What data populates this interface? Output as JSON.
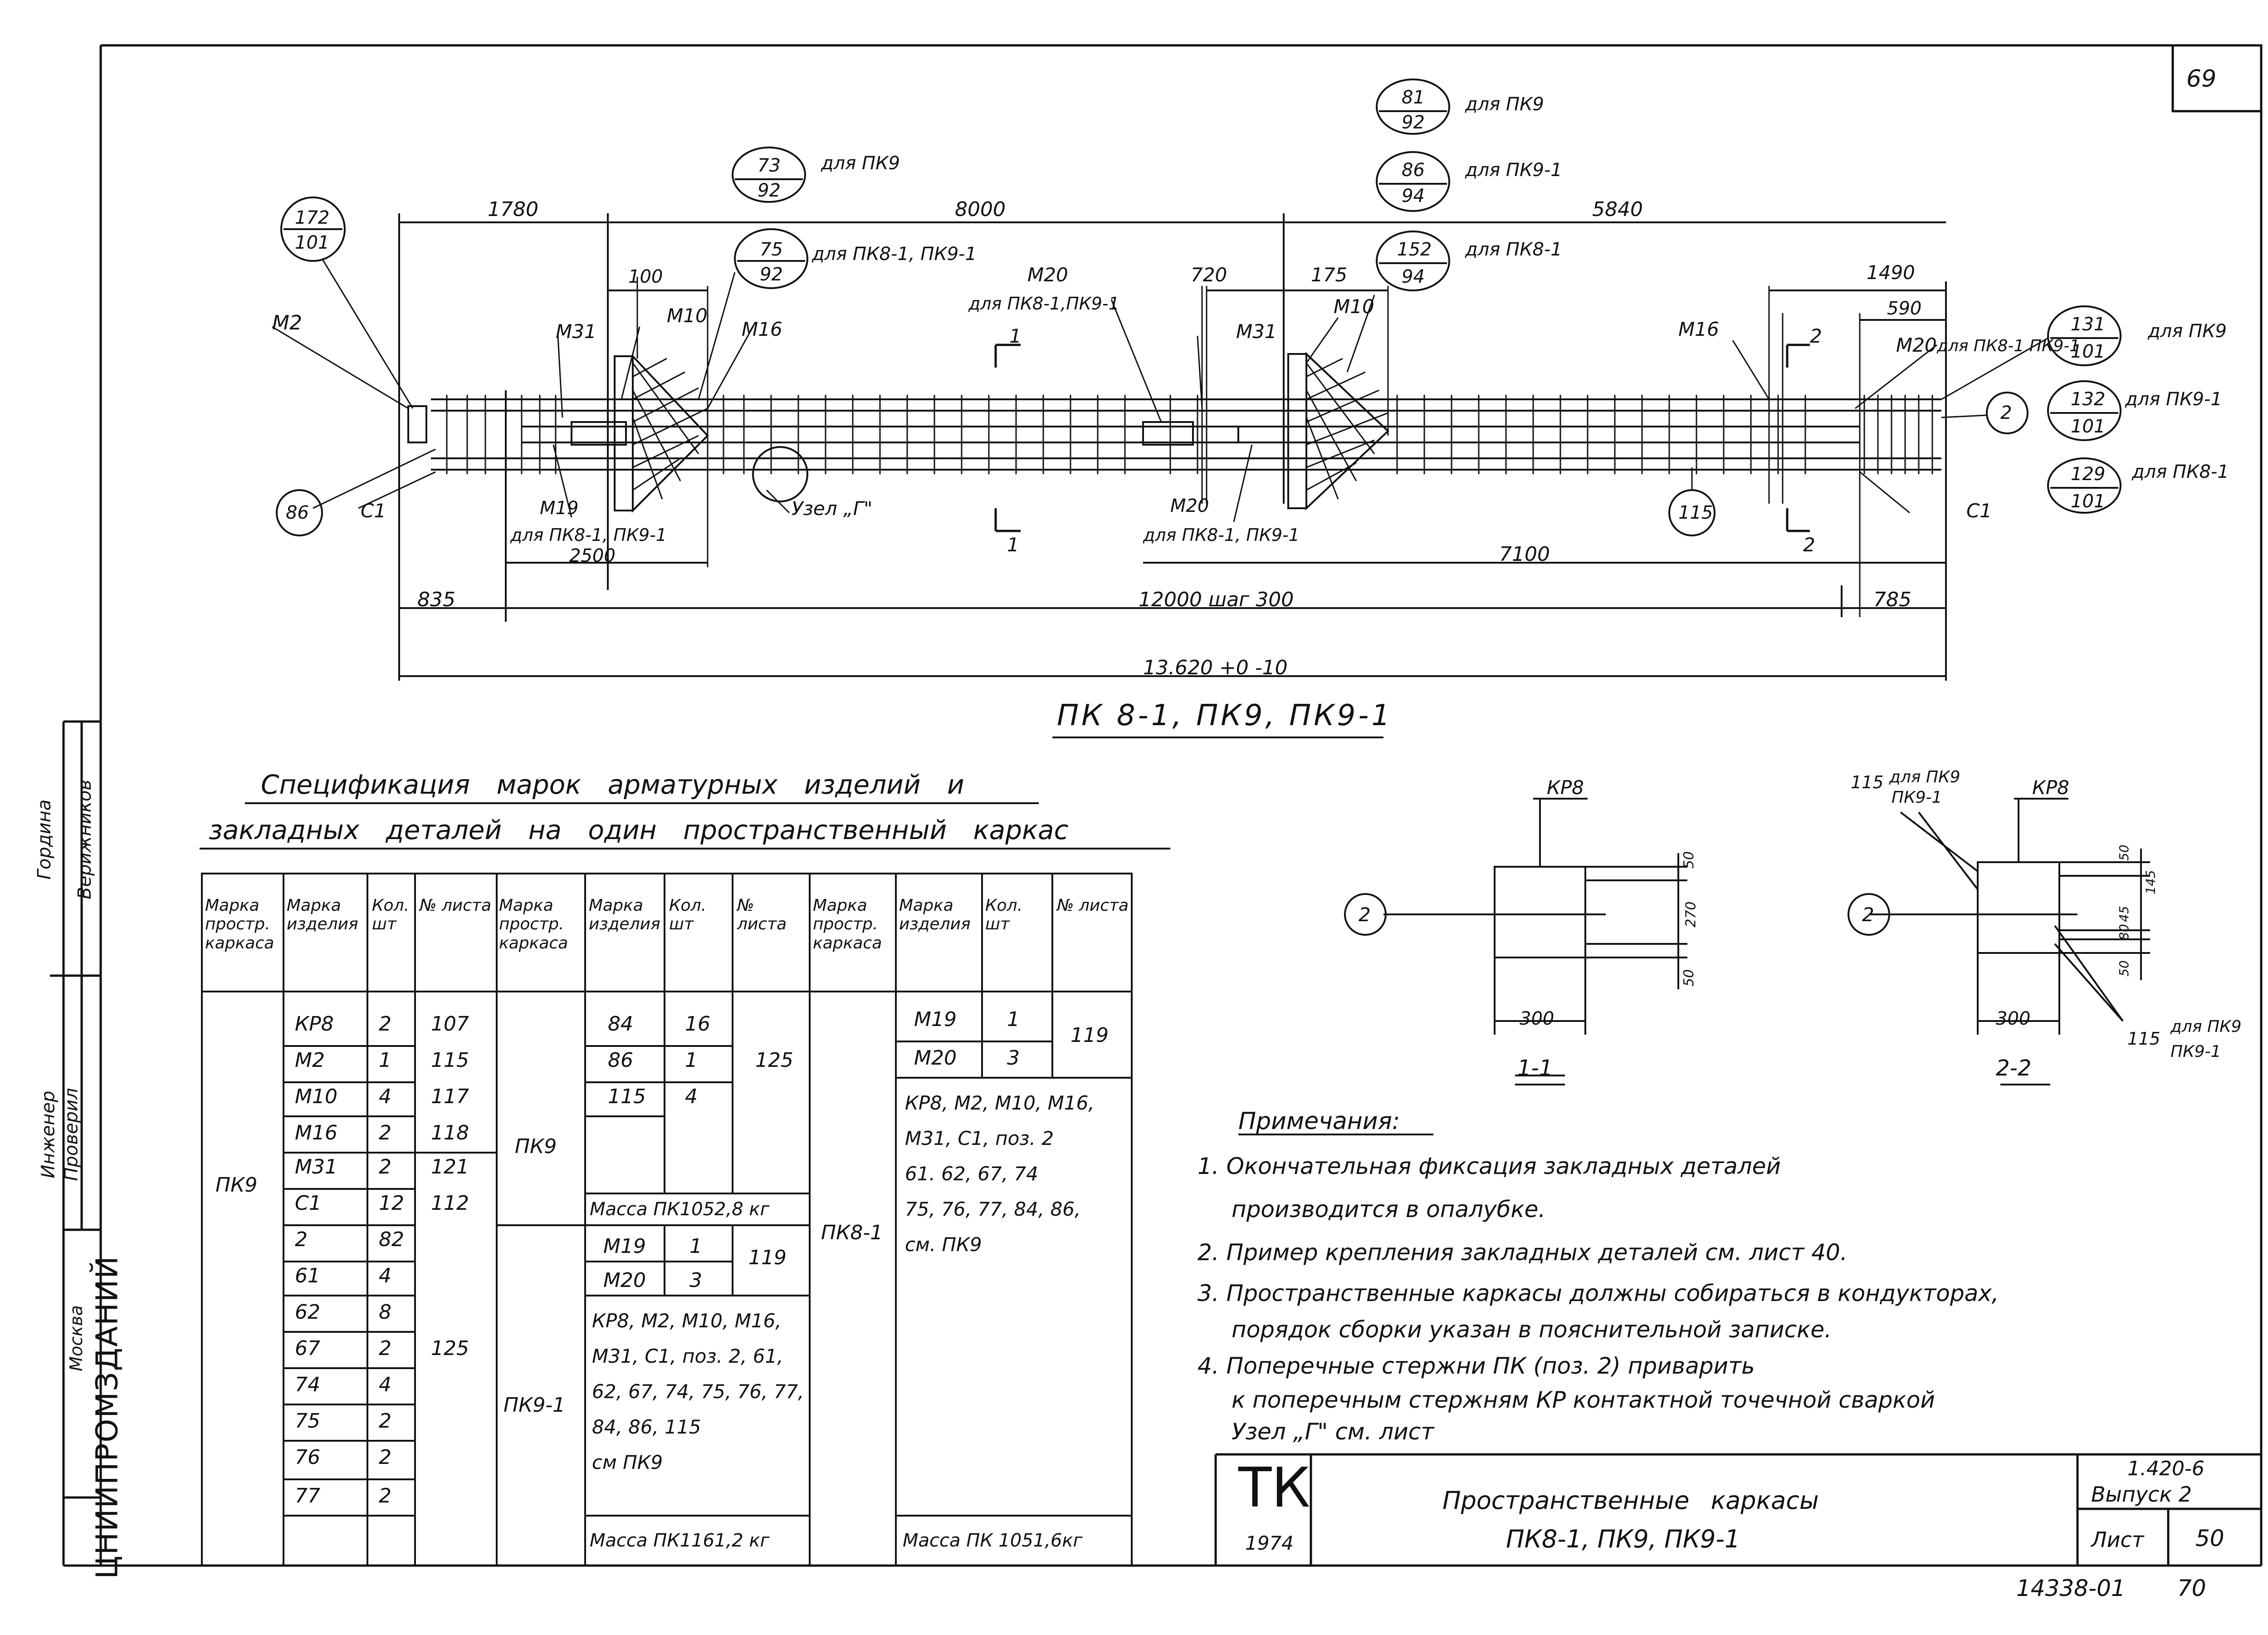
{
  "sheet": {
    "number": "69",
    "copy_number": "14338-01",
    "copy_page": "70"
  },
  "side_stamp": {
    "institute": "ЦНИИПРОМЗДАНИЙ",
    "city": "Москва",
    "roles": [
      "Инженер",
      "Проверил"
    ],
    "names": [
      "Гордина",
      "Верижников"
    ]
  },
  "drawing": {
    "title": "ПК 8-1, ПК9, ПК9-1",
    "dims_top": [
      "1780",
      "8000",
      "5840",
      "100",
      "720",
      "175",
      "1490",
      "590"
    ],
    "dims_bottom": [
      "2500",
      "7100",
      "835",
      "12000 шаг 300",
      "785",
      "13.620 +0 -10"
    ],
    "marks": [
      "М2",
      "М31",
      "М10",
      "М16",
      "М20",
      "М31",
      "М10",
      "М16",
      "М20",
      "М19",
      "М20",
      "С1",
      "С1"
    ],
    "notes_left": [
      "для ПК8-1, ПК9-1",
      "для ПК8-1,ПК9-1",
      "для ПК8-1, ПК9-1",
      "для ПК8-1, ПК9-1",
      "для ПК8-1",
      "для ПК9",
      "для ПК9-1",
      "для ПК9",
      "для ПК9-1",
      "для ПК8-1",
      "для ПК8-1 ПК9-1"
    ],
    "node_label": "Узел „Г\"",
    "callouts": [
      {
        "top": "172",
        "bottom": "101"
      },
      {
        "top": "73",
        "bottom": "92"
      },
      {
        "top": "75",
        "bottom": "92"
      },
      {
        "top": "81",
        "bottom": "92"
      },
      {
        "top": "86",
        "bottom": "94"
      },
      {
        "top": "152",
        "bottom": "94"
      },
      {
        "top": "131",
        "bottom": "101"
      },
      {
        "top": "132",
        "bottom": "101"
      },
      {
        "top": "129",
        "bottom": "101"
      }
    ],
    "single_marks": [
      "86",
      "115",
      "2",
      "1",
      "1",
      "2",
      "2"
    ]
  },
  "spec": {
    "title_line1": "Спецификация марок арматурных изделий и",
    "title_line2": "закладных деталей на один пространственный каркас",
    "headers": [
      "Марка простр. каркаса",
      "Марка изделия",
      "Кол. шт",
      "№ листа"
    ],
    "block1": {
      "frame": "ПК9",
      "rows": [
        [
          "КР8",
          "2",
          "107"
        ],
        [
          "М2",
          "1",
          "115"
        ],
        [
          "М10",
          "4",
          "117"
        ],
        [
          "М16",
          "2",
          "118"
        ],
        [
          "М31",
          "2",
          "121"
        ],
        [
          "С1",
          "12",
          "112"
        ],
        [
          "2",
          "82",
          ""
        ],
        [
          "61",
          "4",
          ""
        ],
        [
          "62",
          "8",
          ""
        ],
        [
          "67",
          "2",
          "125"
        ],
        [
          "74",
          "4",
          ""
        ],
        [
          "75",
          "2",
          ""
        ],
        [
          "76",
          "2",
          ""
        ],
        [
          "77",
          "2",
          ""
        ]
      ]
    },
    "block2": {
      "frame_a": "ПК9",
      "rows_a": [
        [
          "84",
          "16",
          ""
        ],
        [
          "86",
          "1",
          "125"
        ],
        [
          "115",
          "4",
          ""
        ]
      ],
      "mass_a": "Масса ПК1052,8 кг",
      "frame_b": "ПК9-1",
      "rows_b": [
        [
          "М19",
          "1",
          "119"
        ],
        [
          "М20",
          "3",
          ""
        ]
      ],
      "text_b": [
        "КР8, М2, М10, М16,",
        "М31, С1, поз. 2, 61,",
        "62, 67, 74, 75, 76, 77,",
        "84, 86, 115",
        "см ПК9"
      ],
      "mass_b": "Масса ПК1161,2 кг"
    },
    "block3": {
      "frame": "ПК8-1",
      "rows": [
        [
          "М19",
          "1",
          "119"
        ],
        [
          "М20",
          "3",
          ""
        ]
      ],
      "text": [
        "КР8, М2, М10, М16,",
        "М31, С1, поз. 2",
        "61. 62, 67, 74",
        "75, 76, 77, 84, 86,",
        "см. ПК9"
      ],
      "mass": "Масса ПК 1051,6кг"
    }
  },
  "sections": {
    "s1": {
      "label": "1-1",
      "mark": "КР8",
      "side": "2",
      "width": "300",
      "dims": [
        "50",
        "270",
        "50"
      ]
    },
    "s2": {
      "label": "2-2",
      "mark": "КР8",
      "side": "2",
      "width": "300",
      "dims": [
        "50",
        "145",
        "45",
        "80",
        "50"
      ],
      "note_top": [
        "115",
        "для ПК9",
        "ПК9-1"
      ],
      "note_bottom": [
        "115",
        "для ПК9",
        "ПК9-1"
      ]
    }
  },
  "notes": {
    "heading": "Примечания:",
    "items": [
      "1. Окончательная фиксация закладных деталей",
      "производится в опалубке.",
      "2. Пример крепления закладных деталей см. лист 40.",
      "3. Пространственные каркасы должны собираться в кондукторах,",
      "порядок сборки указан в пояснительной записке.",
      "4.                Поперечные стержни ПК (поз. 2) приварить",
      "к поперечным стержням КР контактной точечной сваркой",
      "Узел „Г\" см. лист"
    ]
  },
  "title_block": {
    "logo": "ТК",
    "year": "1974",
    "name_line1": "Пространственные каркасы",
    "name_line2": "ПК8-1, ПК9, ПК9-1",
    "code": "1.420-6",
    "issue": "Выпуск 2",
    "sheet_label": "Лист",
    "sheet_value": "50"
  }
}
